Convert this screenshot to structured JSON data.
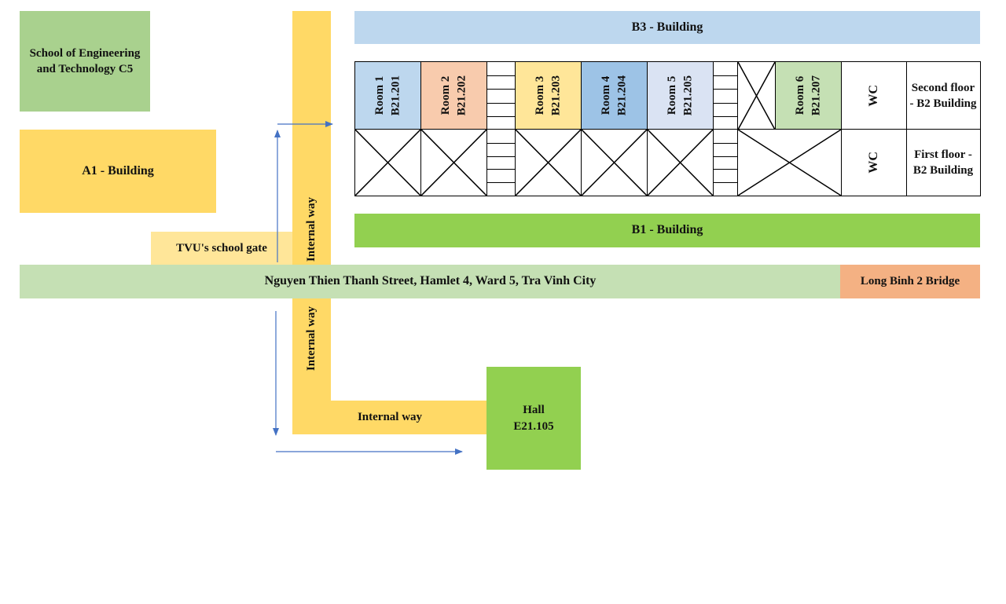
{
  "colors": {
    "green_light": "#a9d18e",
    "green_bright": "#92d050",
    "yellow": "#ffd966",
    "yellow_light": "#ffe699",
    "blue_light": "#bdd7ee",
    "blue": "#9dc3e6",
    "orange": "#f4b183",
    "lavender": "#dae3f3",
    "street_green": "#c5e0b4",
    "arrow_blue": "#4472c4"
  },
  "buildings": {
    "c5": "School of Engineering and Technology C5",
    "a1": "A1 - Building",
    "b3": "B3 - Building",
    "b1": "B1 - Building",
    "gate": "TVU's school gate",
    "street": "Nguyen Thien Thanh Street, Hamlet 4, Ward 5, Tra Vinh City",
    "bridge": "Long Binh 2 Bridge",
    "hall_name": "Hall",
    "hall_code": "E21.105"
  },
  "internal_way": {
    "upper": "Internal way",
    "lower": "Internal way",
    "horizontal": "Internal way"
  },
  "second_floor": {
    "rooms": [
      {
        "name": "Room 1",
        "code": "B21.201",
        "color": "#bdd7ee"
      },
      {
        "name": "Room 2",
        "code": "B21.202",
        "color": "#f8cbad"
      },
      {
        "name": "Room 3",
        "code": "B21.203",
        "color": "#ffe699"
      },
      {
        "name": "Room 4",
        "code": "B21.204",
        "color": "#9dc3e6"
      },
      {
        "name": "Room 5",
        "code": "B21.205",
        "color": "#dae3f3"
      },
      {
        "name": "Room 6",
        "code": "B21.207",
        "color": "#c5e0b4"
      }
    ],
    "wc": "WC",
    "label": "Second floor - B2 Building"
  },
  "first_floor": {
    "wc": "WC",
    "label": "First floor - B2 Building"
  }
}
